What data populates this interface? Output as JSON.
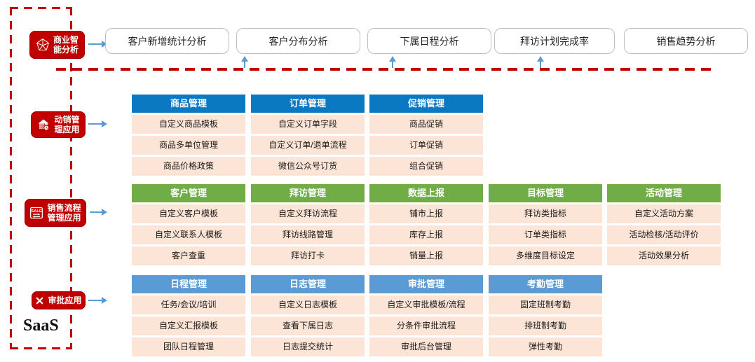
{
  "saas_label": "SaaS",
  "colors": {
    "badge_red": "#C00000",
    "dashed_border_red": "#C00000",
    "blue_header": "#0B79C2",
    "green_header": "#70AD47",
    "lightblue_header": "#5B9BD5",
    "item_bg": "#FCE4D6",
    "arrow_blue": "#5B9BD5",
    "box_border_gray": "#BFBFBF"
  },
  "bi": {
    "badge_label": "商业智\n能分析",
    "badge_icon": "polyhedron-icon",
    "boxes": [
      "客户新增统计分析",
      "客户分布分析",
      "下属日程分析",
      "拜访计划完成率",
      "销售趋势分析"
    ]
  },
  "sales_ops": {
    "badge_label": "动销管\n理应用",
    "badge_icon": "store-icon",
    "columns": [
      {
        "header": "商品管理",
        "items": [
          "自定义商品模板",
          "商品多单位管理",
          "商品价格政策"
        ]
      },
      {
        "header": "订单管理",
        "items": [
          "自定义订单字段",
          "自定义订单/退单流程",
          "微信公众号订货"
        ]
      },
      {
        "header": "促销管理",
        "items": [
          "商品促销",
          "订单促销",
          "组合促销"
        ]
      }
    ]
  },
  "sales_flow": {
    "badge_label": "销售流程\n管理应用",
    "badge_icon": "sale-tag-icon",
    "sale_icon_text": "SALE",
    "columns": [
      {
        "header": "客户管理",
        "items": [
          "自定义客户模板",
          "自定义联系人模板",
          "客户查重"
        ]
      },
      {
        "header": "拜访管理",
        "items": [
          "自定义拜访流程",
          "拜访线路管理",
          "拜访打卡"
        ]
      },
      {
        "header": "数据上报",
        "items": [
          "铺市上报",
          "库存上报",
          "销量上报"
        ]
      },
      {
        "header": "目标管理",
        "items": [
          "拜访类指标",
          "订单类指标",
          "多维度目标设定"
        ]
      },
      {
        "header": "活动管理",
        "items": [
          "自定义活动方案",
          "活动检核/活动评价",
          "活动效果分析"
        ]
      }
    ]
  },
  "approval": {
    "badge_label": "审批应用",
    "badge_icon": "crossed-tools-icon",
    "columns": [
      {
        "header": "日程管理",
        "items": [
          "任务/会议/培训",
          "自定义汇报模板",
          "团队日程管理"
        ]
      },
      {
        "header": "日志管理",
        "items": [
          "自定义日志模板",
          "查看下属日志",
          "日志提交统计"
        ]
      },
      {
        "header": "审批管理",
        "items": [
          "自定义审批模板/流程",
          "分条件审批流程",
          "审批后台管理"
        ]
      },
      {
        "header": "考勤管理",
        "items": [
          "固定班制考勤",
          "排班制考勤",
          "弹性考勤"
        ]
      }
    ]
  }
}
